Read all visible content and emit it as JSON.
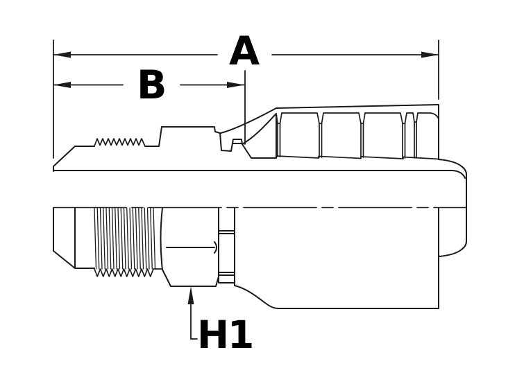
{
  "drawing": {
    "type_note": "hydraulic hose crimp fitting side-view technical drawing",
    "dimensions": {
      "a_label": "A",
      "b_label": "B",
      "h1_label": "H1"
    }
  },
  "colors": {
    "line": "#1a1a1a",
    "label": "#000000",
    "background": "#ffffff"
  }
}
